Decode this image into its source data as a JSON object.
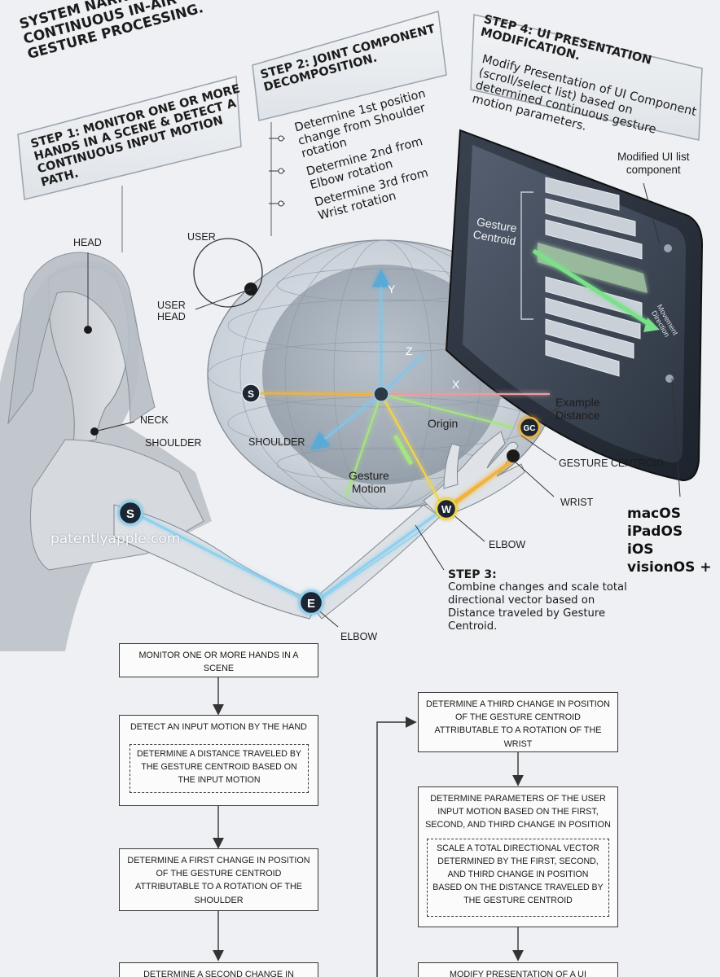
{
  "narrative": {
    "title": "SYSTEM NARRATIVE:\nCONTINUOUS IN-AIR\nGESTURE PROCESSING."
  },
  "steps": {
    "step1": "STEP 1: MONITOR ONE OR MORE\nHANDS IN A SCENE & DETECT A\nCONTINUOUS INPUT MOTION\nPATH.",
    "step2_title": "STEP 2: JOINT COMPONENT\nDECOMPOSITION.",
    "step2_items": [
      "Determine 1st position\nchange from Shoulder\nrotation",
      "Determine 2nd from\nElbow rotation",
      "Determine 3rd from\nWrist rotation"
    ],
    "step3_title": "STEP 3:",
    "step3_body": "Combine changes and scale total\ndirectional vector based on\nDistance traveled by Gesture\nCentroid.",
    "step4_title": "STEP 4: UI PRESENTATION\nMODIFICATION.",
    "step4_body": "Modify Presentation of UI Component\n(scroll/select list) based on\ndetermined continuous gesture\nmotion parameters."
  },
  "labels": {
    "head": "HEAD",
    "user": "USER",
    "user_head": "USER\nHEAD",
    "neck": "NECK",
    "shoulder_body": "SHOULDER",
    "shoulder_sphere": "SHOULDER",
    "gesture_motion": "Gesture\nMotion",
    "origin": "Origin",
    "example_distance": "Example\nDistance",
    "gesture_centroid": "GESTURE CENTROID",
    "wrist": "WRIST",
    "elbow_upper": "ELBOW",
    "elbow_lower": "ELBOW",
    "axis_y": "Y",
    "axis_z": "Z",
    "axis_x": "X",
    "node_s1": "S",
    "node_s2": "S",
    "node_e": "E",
    "node_w": "W",
    "node_gc": "GC",
    "modified_ui": "Modified UI list\ncomponent",
    "gesture_centroid_ui": "Gesture\nCentroid",
    "movement_direction": "Movement\nDirection",
    "watermark": "patentlyapple.com"
  },
  "platforms": [
    "macOS",
    "iPadOS",
    "iOS",
    "visionOS +"
  ],
  "flowchart": {
    "left": [
      "MONITOR ONE OR MORE HANDS IN A SCENE",
      "DETECT AN INPUT MOTION BY THE HAND",
      "DETERMINE A FIRST CHANGE IN POSITION OF THE GESTURE CENTROID ATTRIBUTABLE TO A ROTATION OF THE SHOULDER",
      "DETERMINE A SECOND CHANGE IN"
    ],
    "left_sub": "DETERMINE A DISTANCE TRAVELED BY THE GESTURE CENTROID BASED ON THE INPUT MOTION",
    "right": [
      "DETERMINE A THIRD CHANGE IN POSITION OF THE GESTURE CENTROID ATTRIBUTABLE TO A ROTATION OF THE WRIST",
      "DETERMINE PARAMETERS OF THE USER INPUT MOTION BASED ON THE FIRST, SECOND, AND THIRD CHANGE IN POSITION",
      "MODIFY PRESENTATION OF A UI"
    ],
    "right_sub": "SCALE A TOTAL DIRECTIONAL VECTOR DETERMINED BY THE FIRST, SECOND, AND THIRD CHANGE IN POSITION BASED ON THE DISTANCE TRAVELED BY THE GESTURE CENTROID"
  }
}
